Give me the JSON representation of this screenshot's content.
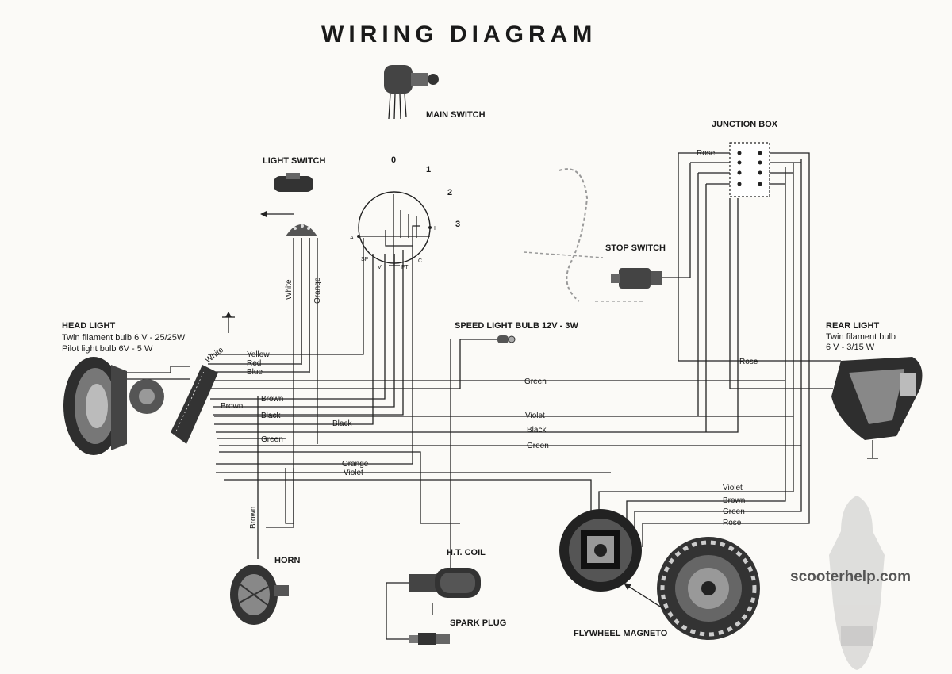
{
  "title": "WIRING DIAGRAM",
  "components": {
    "main_switch": "MAIN SWITCH",
    "junction_box": "JUNCTION BOX",
    "light_switch": "LIGHT SWITCH",
    "stop_switch": "STOP SWITCH",
    "head_light": "HEAD LIGHT",
    "head_light_spec1": "Twin filament bulb 6 V - 25/25W",
    "head_light_spec2": "Pilot light bulb 6V - 5 W",
    "speed_light": "SPEED LIGHT BULB 12V - 3W",
    "rear_light": "REAR LIGHT",
    "rear_light_spec1": "Twin filament bulb",
    "rear_light_spec2": "6 V - 3/15 W",
    "horn": "HORN",
    "ht_coil": "H.T. COIL",
    "spark_plug": "SPARK PLUG",
    "flywheel": "FLYWHEEL MAGNETO"
  },
  "switch_positions": [
    "0",
    "1",
    "2",
    "3"
  ],
  "switch_terminals": {
    "a": "A",
    "sp": "SP",
    "v": "V",
    "ft": "FT",
    "c": "C",
    "i": "I"
  },
  "wires": {
    "white": "White",
    "orange": "Orange",
    "white_diag": "White",
    "yellow": "Yellow",
    "red": "Red",
    "blue": "Blue",
    "brown1": "Brown",
    "brown2": "Brown",
    "black1": "Black",
    "black2": "Black",
    "green1": "Green",
    "orange_bus": "Orange",
    "violet_bus": "Violet",
    "rose_jb": "Rose",
    "green_top": "Green",
    "violet_mid": "Violet",
    "black_mid": "Black",
    "green_mid": "Green",
    "rose_rear": "Rose",
    "horn_brown": "Brown",
    "mag_violet": "Violet",
    "mag_brown": "Brown",
    "mag_green": "Green",
    "mag_rose": "Rose"
  },
  "watermark": "scooterhelp.com"
}
